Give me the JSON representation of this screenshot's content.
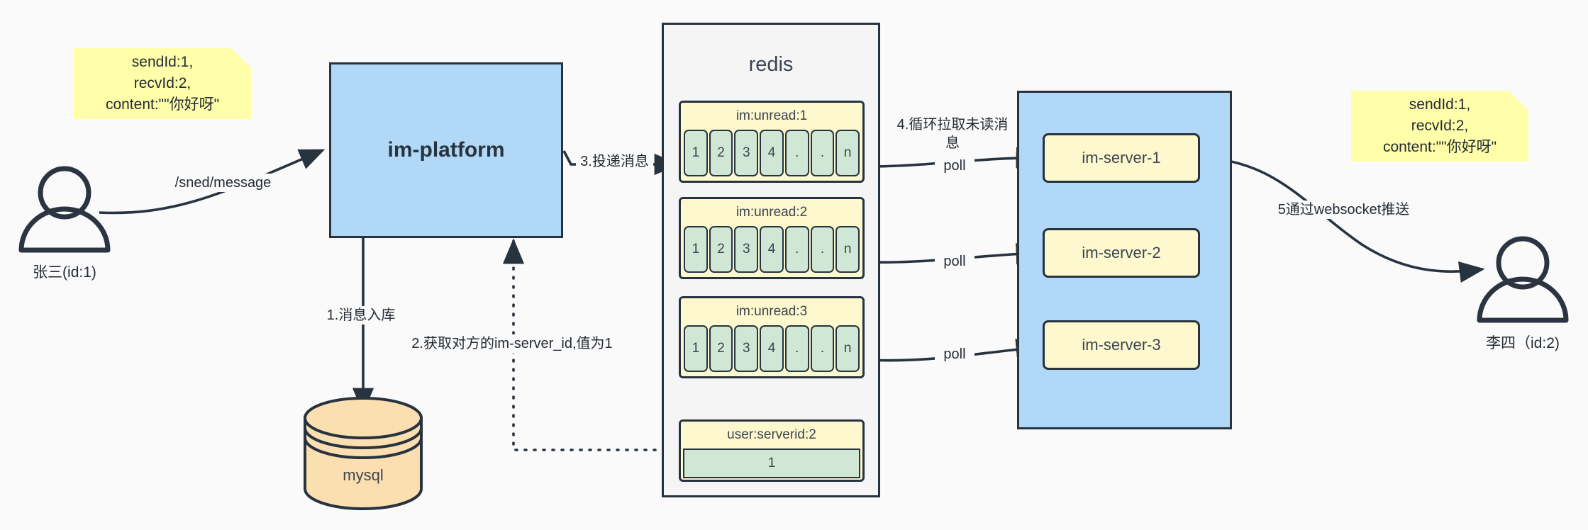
{
  "diagram": {
    "title": "IM message delivery architecture",
    "colors": {
      "background": "#fafafa",
      "note_yellow": "#ffffaa",
      "blue_fill": "#b1d9f7",
      "green_fill": "#cfe7d4",
      "yellow_fill": "#fdf8cd",
      "orange_fill": "#fcdfb0",
      "stroke": "#27333f"
    }
  },
  "actors": {
    "sender": {
      "label": "张三(id:1)",
      "icon": "user-icon"
    },
    "receiver": {
      "label": "李四（id:2)",
      "icon": "user-icon"
    }
  },
  "notes": {
    "left": "sendId:1,\nrecvId:2,\ncontent:\"\"你好呀\"",
    "right": "sendId:1,\nrecvId:2,\ncontent:\"\"你好呀\""
  },
  "platform": {
    "label": "im-platform"
  },
  "datastore": {
    "label": "mysql",
    "icon": "database-cylinder-icon"
  },
  "redis": {
    "title": "redis",
    "keys": [
      {
        "name": "im:unread:1",
        "cells": [
          "1",
          "2",
          "3",
          "4",
          ".",
          ".",
          "n"
        ]
      },
      {
        "name": "im:unread:2",
        "cells": [
          "1",
          "2",
          "3",
          "4",
          ".",
          ".",
          "n"
        ]
      },
      {
        "name": "im:unread:3",
        "cells": [
          "1",
          "2",
          "3",
          "4",
          ".",
          ".",
          "n"
        ]
      }
    ],
    "mapping": {
      "name": "user:serverid:2",
      "value": "1"
    }
  },
  "servers": {
    "items": [
      {
        "label": "im-server-1"
      },
      {
        "label": "im-server-2"
      },
      {
        "label": "im-server-3"
      }
    ]
  },
  "edges": {
    "send_message": "/sned/message",
    "step1": "1.消息入库",
    "step2": "2.获取对方的im-server_id,值为1",
    "step3": "3.投递消息",
    "step4": "4.循环拉取未读消\n息",
    "step5": "5通过websocket推送",
    "poll1": "poll",
    "poll2": "poll",
    "poll3": "poll"
  }
}
